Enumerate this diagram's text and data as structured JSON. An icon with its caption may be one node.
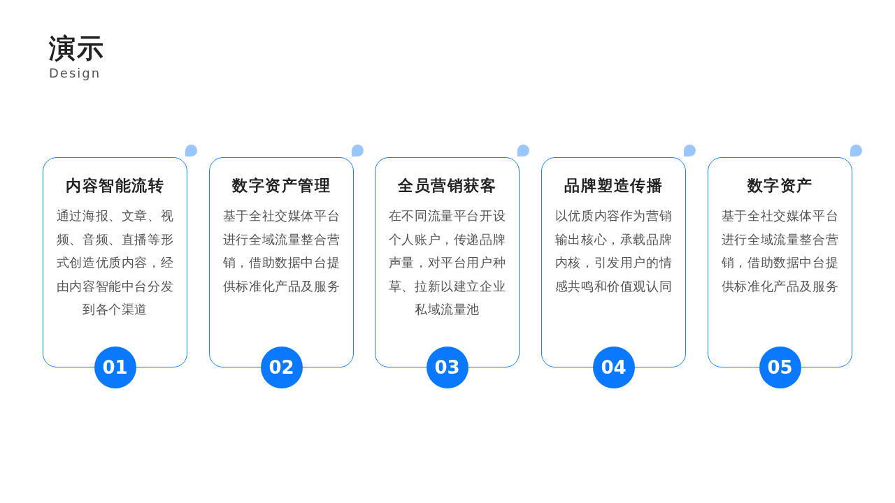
{
  "diagram": {
    "title": "演示",
    "nodes": [
      {
        "text": [
          "内容智能流转",
          "通过海报、文章、视频、音频、直播等形式创造优质内容，经由内容智能中台分发到各个渠道"
        ]
      },
      {
        "text": [
          "01"
        ]
      },
      {
        "text": [
          "数字资产管理",
          "基于全社交媒体平台进行全域流量整合营销，借助数据中台提供标准化产品及服务"
        ]
      },
      {
        "text": [
          "02"
        ]
      },
      {
        "text": [
          "全员营销获客",
          "在不同流量平台开设个人账户，传递品牌声量，对平台用户种草、拉新以建立企业私域流量池"
        ]
      },
      {
        "text": [
          "03"
        ]
      },
      {
        "text": [
          "品牌塑造传播",
          "以优质内容作为营销输出核心，承载品牌内核，引发用户的情感共鸣和价值观认同"
        ]
      },
      {
        "text": [
          "04"
        ]
      },
      {
        "text": [
          "数字资产",
          "基于全社交媒体平台进行全域流量整合营销，借助数据中台提供标准化产品及服务"
        ]
      },
      {
        "text": [
          "05"
        ]
      }
    ],
    "labels": [
      "Design"
    ]
  }
}
